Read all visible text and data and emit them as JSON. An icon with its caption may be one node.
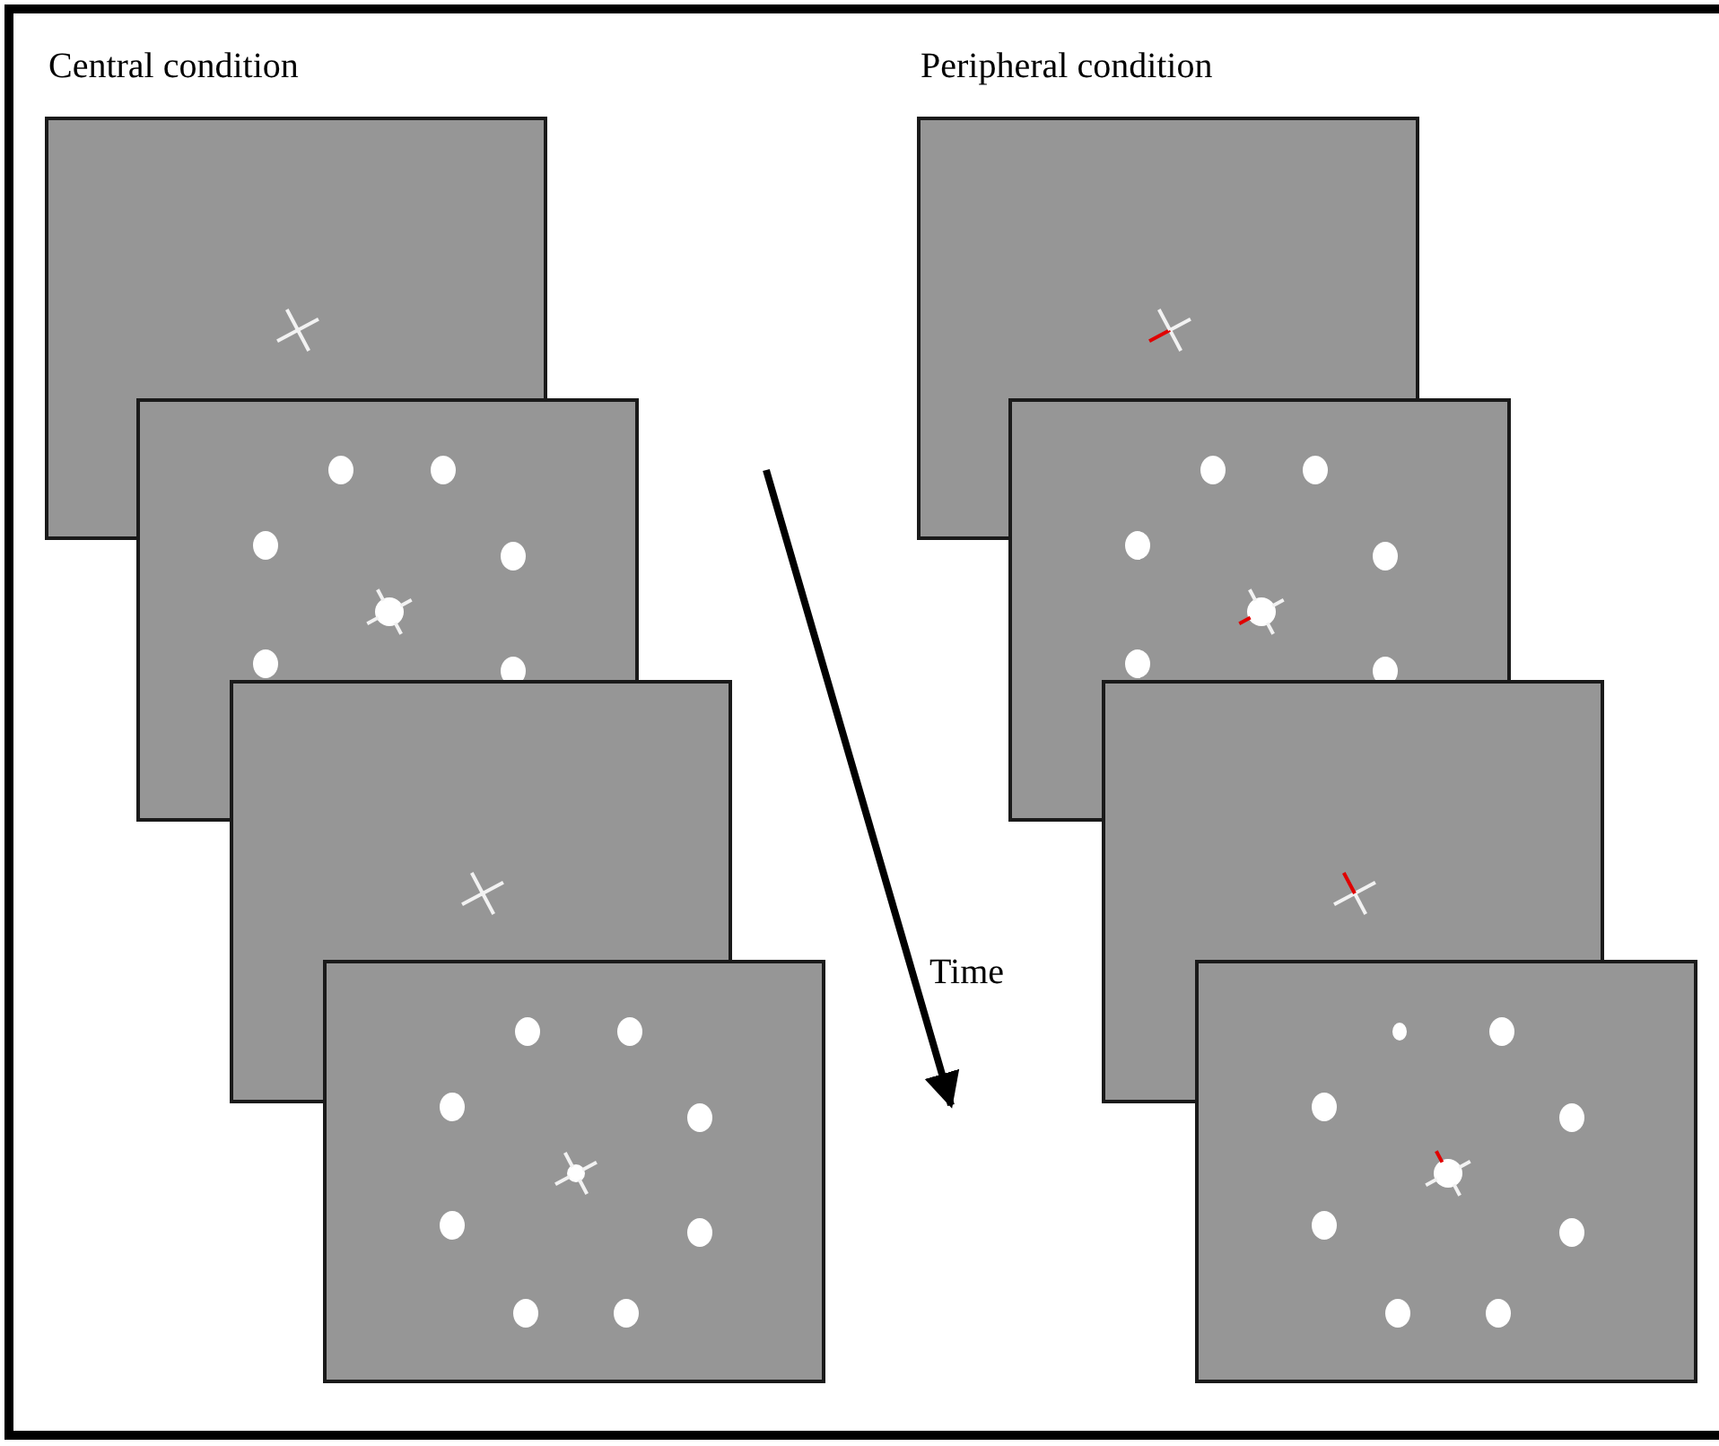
{
  "diagram": {
    "labels": [
      "Central condition",
      "Peripheral condition",
      "Time"
    ]
  }
}
